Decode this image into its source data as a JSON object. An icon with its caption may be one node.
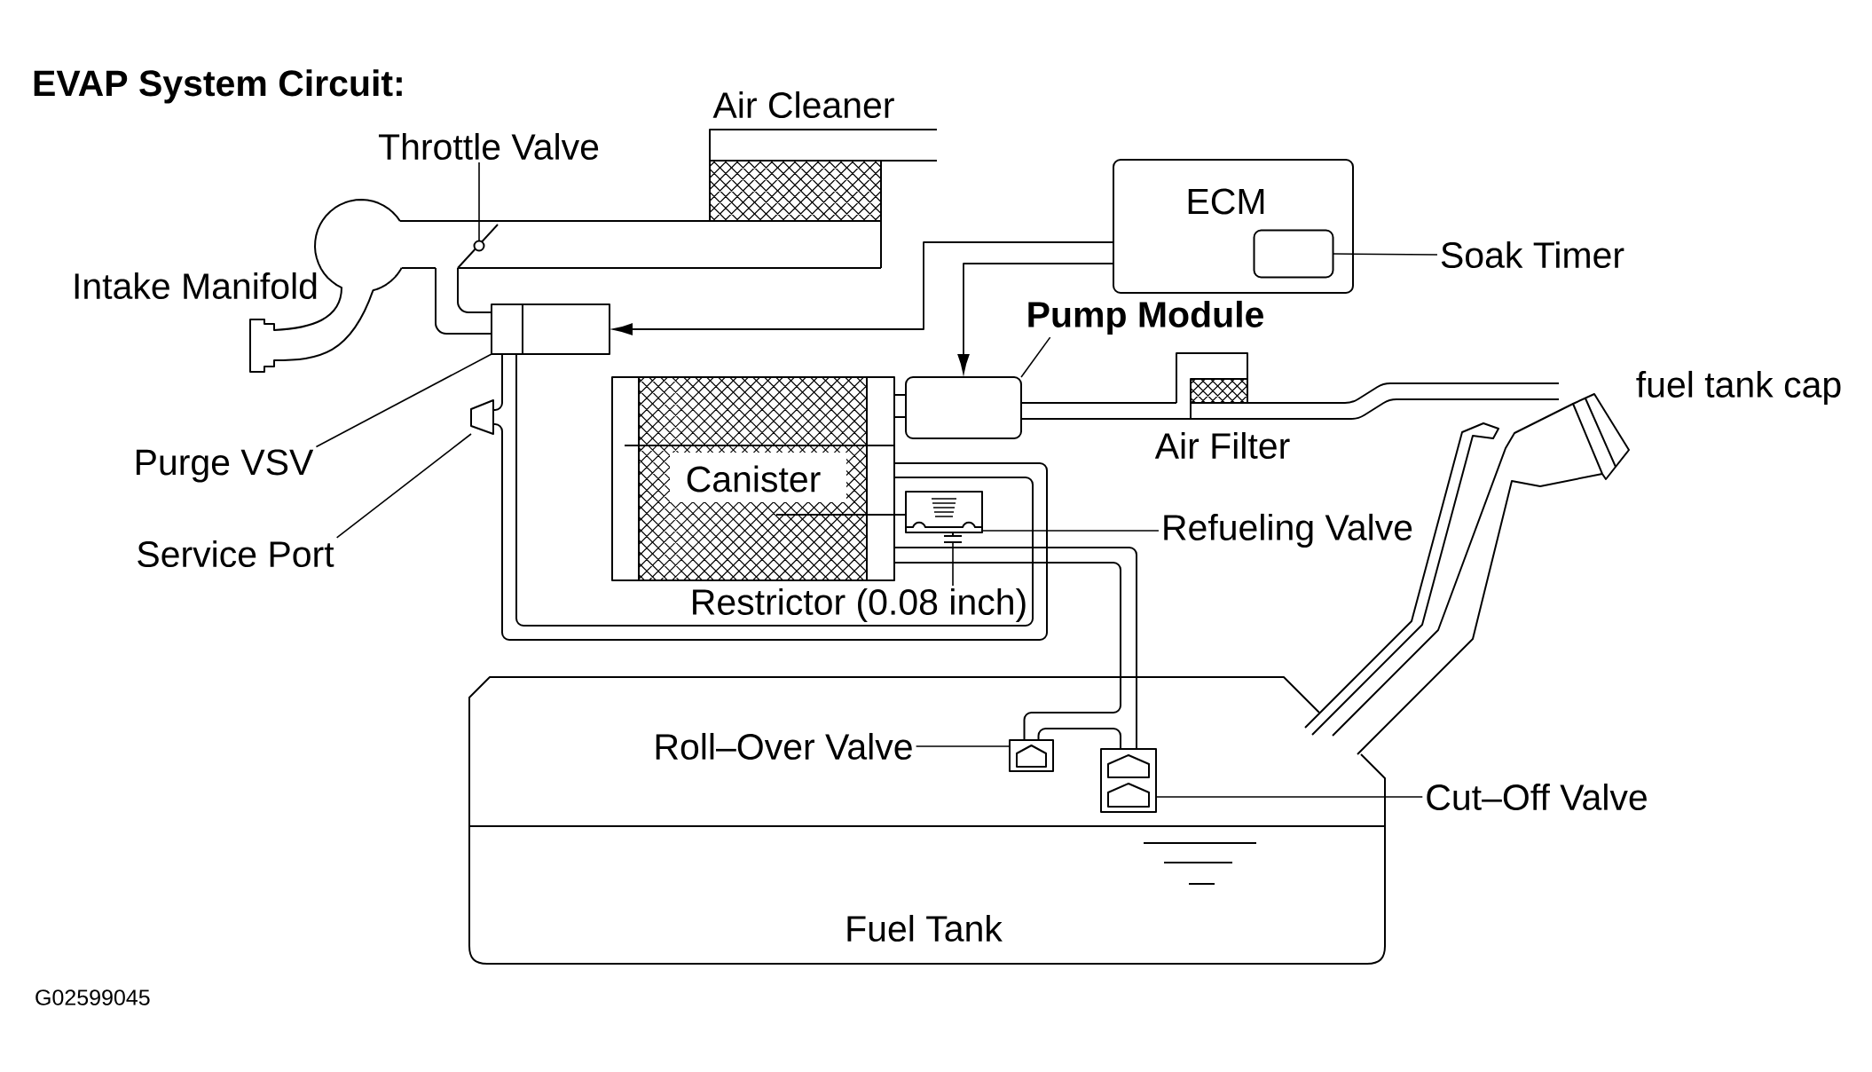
{
  "diagram": {
    "title": "EVAP System Circuit:",
    "nodes": [
      {
        "text": [
          "ECM"
        ]
      },
      {
        "text": [],
        "shape": "box",
        "in": 0
      },
      {
        "text": [
          "Soak Timer"
        ]
      },
      {
        "text": [
          "Throttle Valve"
        ]
      },
      {
        "text": [],
        "shape": "circle"
      },
      {
        "text": [
          "Pump Module"
        ]
      },
      {
        "text": [],
        "shape": "box"
      },
      {
        "text": [
          "Purge VSV"
        ]
      },
      {
        "text": [],
        "shape": "box"
      },
      {
        "text": [
          "Service Port"
        ]
      },
      {
        "text": [],
        "shape": "trapezoid"
      },
      {
        "text": [
          "Canister"
        ]
      },
      {
        "text": [
          "Refueling Valve"
        ]
      },
      {
        "text": [],
        "shape": "box"
      },
      {
        "text": [
          "Restrictor (0.08 inch)"
        ]
      },
      {
        "text": [],
        "shape": "bar"
      },
      {
        "text": [
          "Fuel Tank"
        ]
      },
      {
        "text": [
          "Roll–Over Valve"
        ],
        "in": 16
      },
      {
        "text": [],
        "shape": "box",
        "in": 16
      },
      {
        "text": [
          "Cut–Off Valve"
        ]
      },
      {
        "text": [],
        "shape": "box",
        "in": 16
      },
      {
        "text": [
          "Air Filter"
        ]
      },
      {
        "text": [
          "fuel tank cap"
        ]
      }
    ],
    "edges": [
      {
        "from": 0,
        "to": 8,
        "arrow": "to"
      },
      {
        "from": 0,
        "to": 6,
        "arrow": "to"
      },
      {
        "from": 2,
        "to": 1,
        "arrow": "none"
      },
      {
        "from": 3,
        "to": 4,
        "arrow": "none"
      },
      {
        "from": 5,
        "to": 6,
        "arrow": "none"
      },
      {
        "from": 7,
        "to": 8,
        "arrow": "none"
      },
      {
        "from": 9,
        "to": 10,
        "arrow": "none"
      },
      {
        "from": 12,
        "to": 13,
        "arrow": "none"
      },
      {
        "from": 14,
        "to": 15,
        "arrow": "none"
      },
      {
        "from": 17,
        "to": 18,
        "arrow": "none"
      },
      {
        "from": 19,
        "to": 20,
        "arrow": "none"
      },
      {
        "from": 8,
        "to": 11,
        "arrow": "none"
      },
      {
        "from": 10,
        "to": 11,
        "arrow": "none"
      },
      {
        "from": 10,
        "to": 8,
        "arrow": "none"
      },
      {
        "from": 11,
        "to": 20,
        "arrow": "none"
      },
      {
        "from": 18,
        "to": 20,
        "arrow": "none"
      },
      {
        "from": 18,
        "to": 11,
        "arrow": "none"
      },
      {
        "from": 6,
        "to": 21,
        "arrow": "none"
      },
      {
        "from": 21,
        "to": 22,
        "arrow": "none"
      }
    ],
    "labels": [
      "Air Cleaner",
      "Intake Manifold",
      "G02599045"
    ]
  }
}
